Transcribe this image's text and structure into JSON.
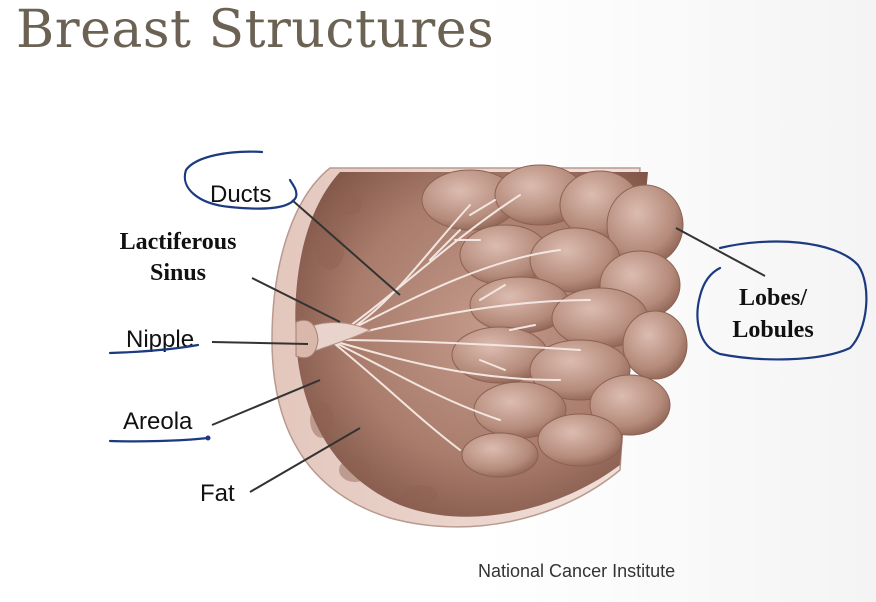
{
  "title": "Breast Structures",
  "labels": {
    "ducts": "Ducts",
    "lactiferous_line1": "Lactiferous",
    "lactiferous_line2": "Sinus",
    "nipple": "Nipple",
    "areola": "Areola",
    "fat": "Fat",
    "lobes_line1": "Lobes/",
    "lobes_line2": "Lobules"
  },
  "credit": "National Cancer Institute",
  "colors": {
    "title": "#6b6254",
    "ink_annotation": "#1c3a80",
    "tissue": "#b08676",
    "tissue_dark": "#7a4e40",
    "skin": "#e9d3cb"
  }
}
